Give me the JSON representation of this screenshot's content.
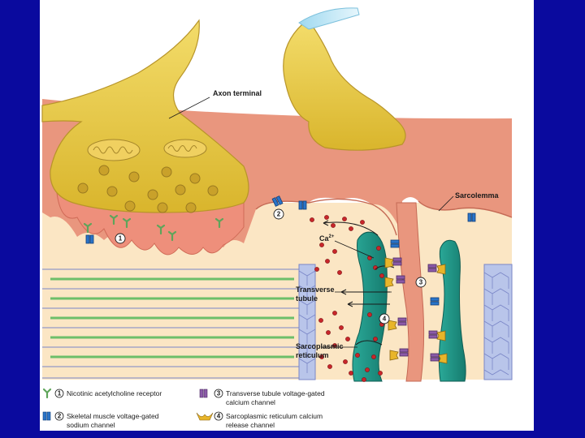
{
  "labels": {
    "axon_terminal": "Axon terminal",
    "sarcolemma": "Sarcolemma",
    "ca": "Ca",
    "ca_sup": "2+",
    "transverse_1": "Transverse",
    "transverse_2": "tubule",
    "sr_1": "Sarcoplasmic",
    "sr_2": "reticulum"
  },
  "markers": [
    "1",
    "2",
    "3",
    "4"
  ],
  "legend": [
    {
      "num": "1",
      "lines": [
        "Nicotinic acetylcholine receptor"
      ],
      "icon": "nicotinic-receptor-icon"
    },
    {
      "num": "2",
      "lines": [
        "Skeletal muscle voltage-gated",
        "sodium channel"
      ],
      "icon": "sodium-channel-icon"
    },
    {
      "num": "3",
      "lines": [
        "Transverse tubule voltage-gated",
        "calcium channel"
      ],
      "icon": "calcium-channel-icon"
    },
    {
      "num": "4",
      "lines": [
        "Sarcoplasmic reticulum calcium",
        "release channel"
      ],
      "icon": "release-channel-icon"
    }
  ],
  "colors": {
    "background": "#0a0a9e",
    "axon": "#e8c53a",
    "sarcolemma": "#e9967e",
    "cytoplasm": "#fbe6c4",
    "reticulum": "#1f9c8c",
    "calcium": "#c8262a",
    "myofilament_green": "#6dbf6a",
    "myofilament_blue": "#7a86c7"
  }
}
